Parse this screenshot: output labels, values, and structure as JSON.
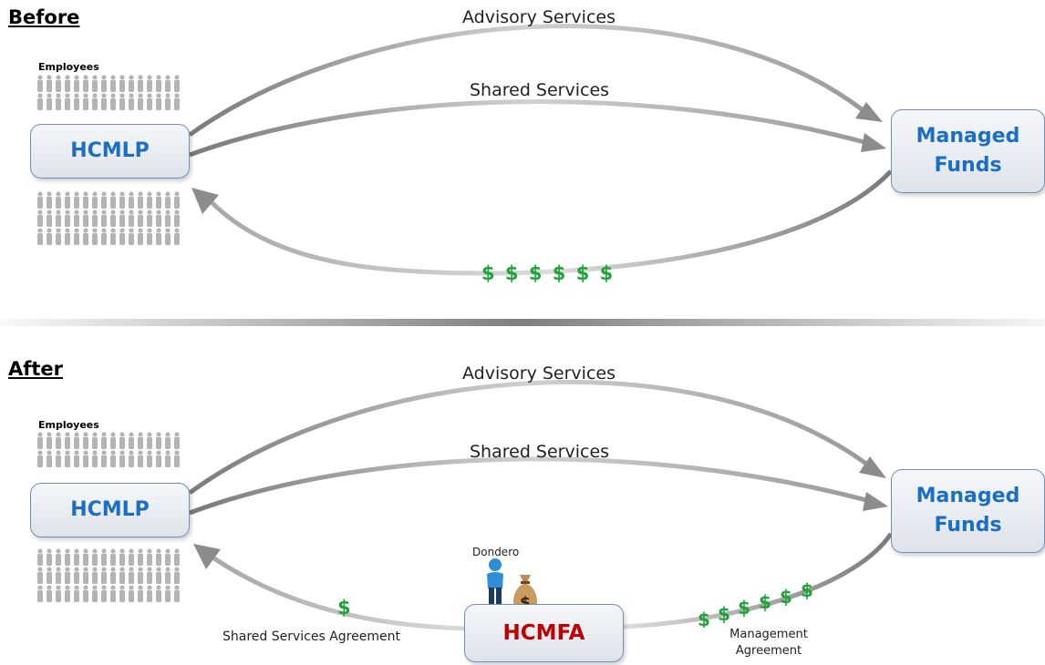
{
  "before": {
    "heading": "Before",
    "employees_label": "Employees",
    "hcmlp": "HCMLP",
    "funds": "Managed Funds",
    "advisory": "Advisory Services",
    "shared": "Shared Services",
    "dollars": "$ $ $ $ $ $"
  },
  "after": {
    "heading": "After",
    "employees_label": "Employees",
    "hcmlp": "HCMLP",
    "funds": "Managed Funds",
    "advisory": "Advisory Services",
    "shared": "Shared Services",
    "person": "Dondero",
    "hcmfa": "HCMFA",
    "moneybag_symbol": "$",
    "ssa_dollar": "$",
    "ssa_label": "Shared Services Agreement",
    "mgmt_dollars": [
      "$",
      "$",
      "$",
      "$",
      "$",
      "$"
    ],
    "mgmt_label": "Management Agreement"
  },
  "colors": {
    "box_text": "#1a6fc4",
    "hcmfa_text": "#c00000",
    "dollar_green": "#1fa33a",
    "arrow_gray": "#8c8c8c",
    "person_blue": "#2e8fd8"
  },
  "icons": [
    "person-icon",
    "money-bag-icon",
    "arrowhead-icon"
  ]
}
